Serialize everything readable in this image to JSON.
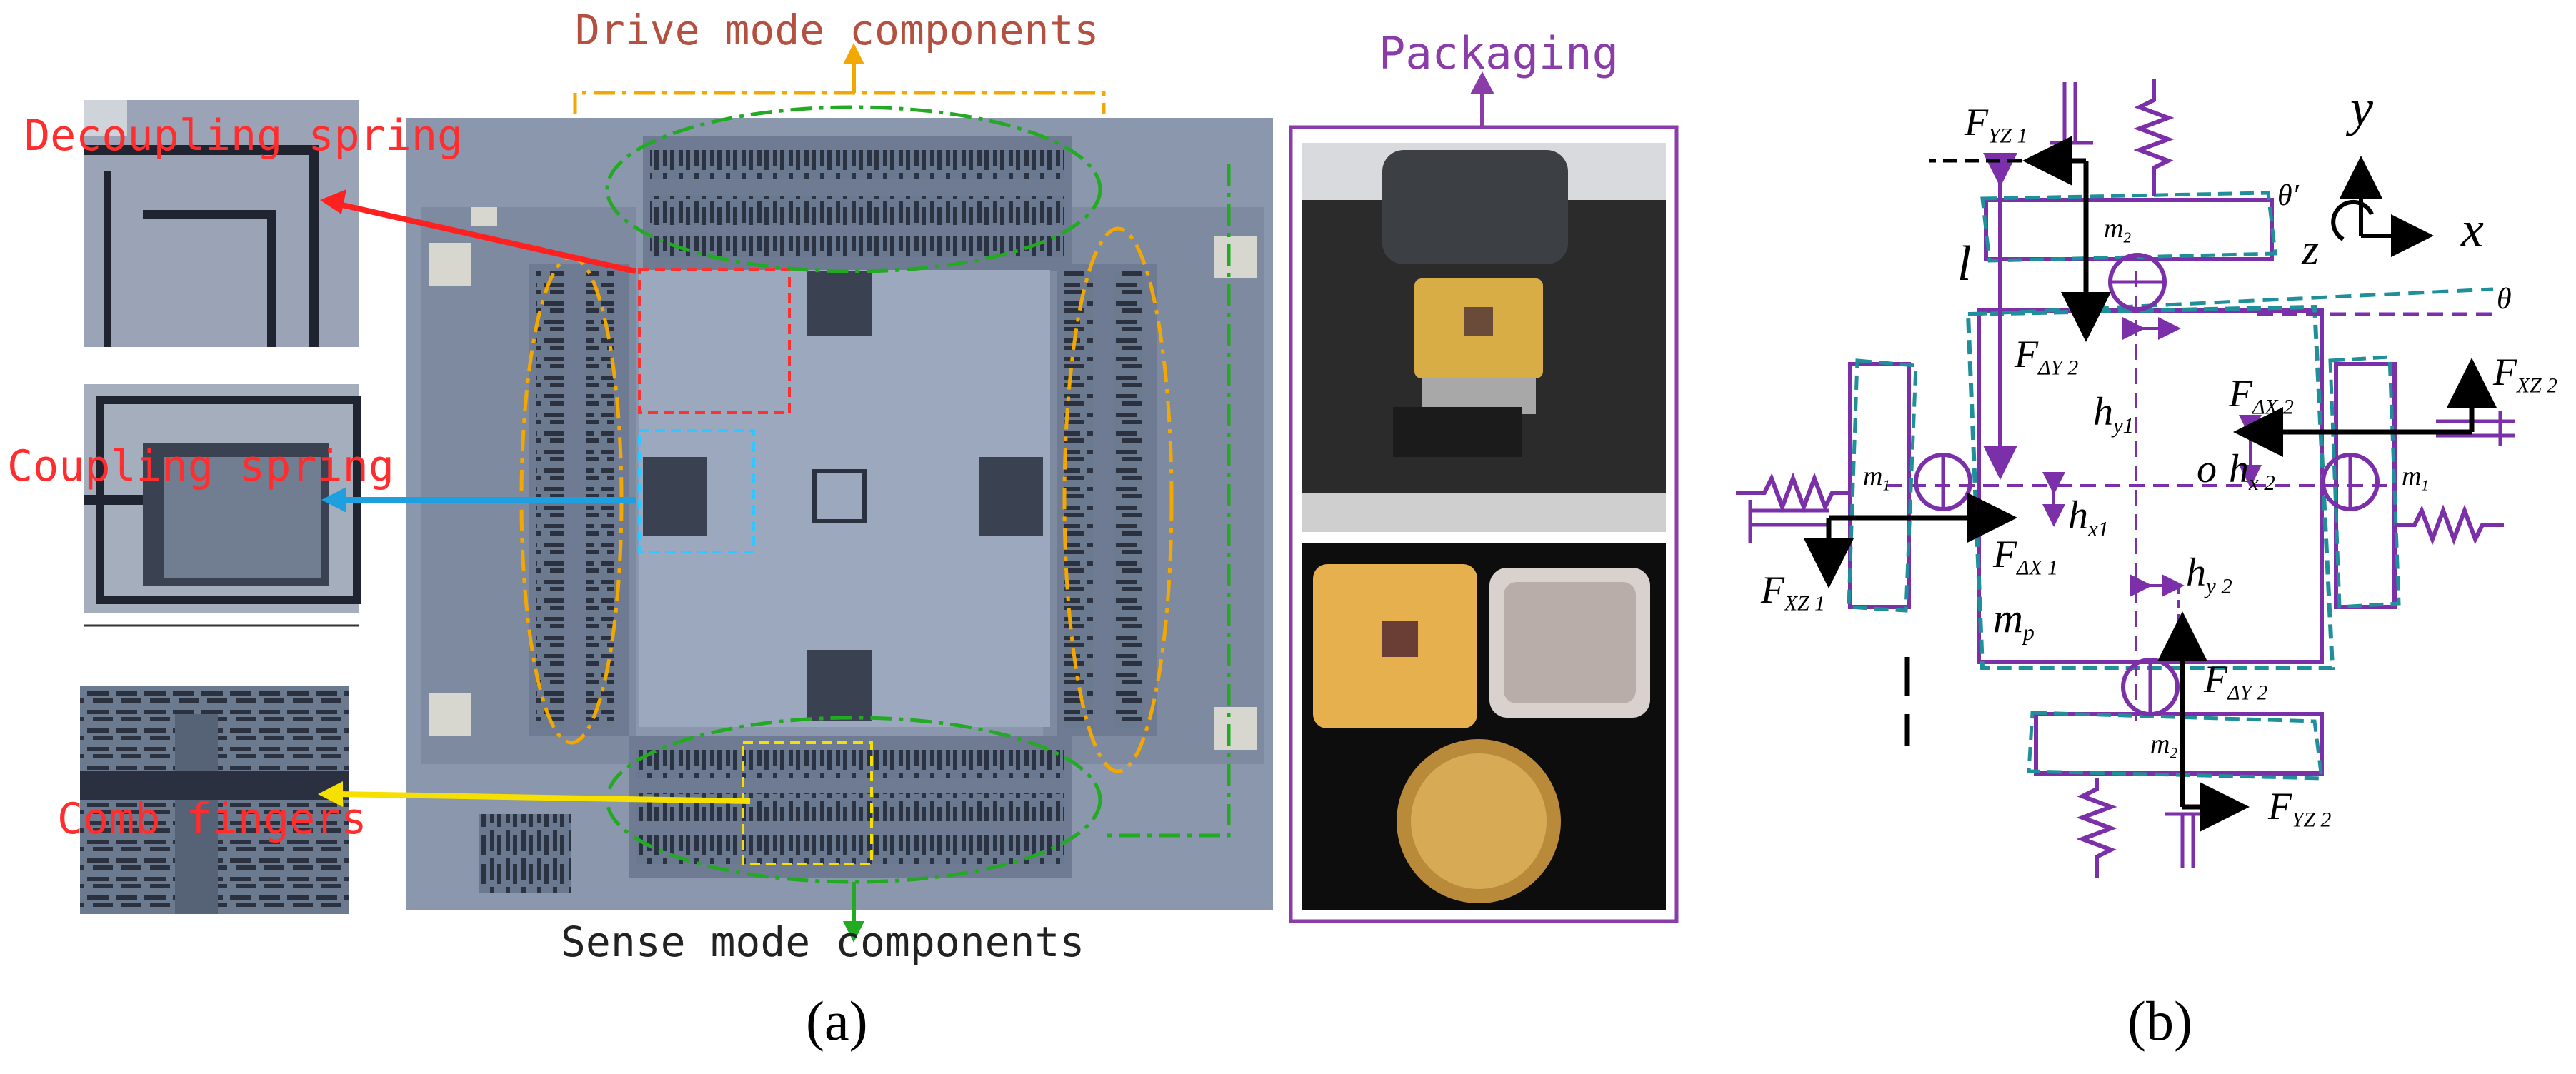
{
  "panel_a": {
    "caption": "(a)",
    "top_label": "Drive mode components",
    "bottom_label": "Sense mode components",
    "packaging_label": "Packaging",
    "callouts": [
      {
        "id": "decoupling",
        "label": "Decoupling spring"
      },
      {
        "id": "coupling",
        "label": "Coupling spring"
      },
      {
        "id": "comb",
        "label": "Comb fingers"
      }
    ],
    "colors": {
      "drive": "#f2a800",
      "sense_outline": "#22aa22",
      "decoupling_arrow": "#ff2020",
      "coupling_arrow": "#1ea0e0",
      "comb_arrow": "#f5e000",
      "packaging_frame": "#8a3ca8"
    }
  },
  "panel_b": {
    "caption": "(b)",
    "axis": {
      "x": "x",
      "y": "y",
      "z": "z"
    },
    "theta": "θ",
    "theta_prime": "θ′",
    "length": "l",
    "origin": "o",
    "masses": {
      "m1_left": "m",
      "m1_left_sub": "1",
      "m1_right": "m",
      "m1_right_sub": "1",
      "m2_top": "m",
      "m2_top_sub": "2",
      "m2_bottom": "m",
      "m2_bottom_sub": "2",
      "mp": "m",
      "mp_sub": "p"
    },
    "forces": {
      "FYZ1": {
        "main": "F",
        "sub": "YZ 1"
      },
      "FYZ2": {
        "main": "F",
        "sub": "YZ 2"
      },
      "FXZ1": {
        "main": "F",
        "sub": "XZ 1"
      },
      "FXZ2": {
        "main": "F",
        "sub": "XZ 2"
      },
      "FdY2_top": {
        "main": "F",
        "sub": "ΔY 2"
      },
      "FdY2_bot": {
        "main": "F",
        "sub": "ΔY 2"
      },
      "FdX1": {
        "main": "F",
        "sub": "ΔX 1"
      },
      "FdX2": {
        "main": "F",
        "sub": "ΔX 2"
      }
    },
    "offsets": {
      "hy1": {
        "main": "h",
        "sub": "y1"
      },
      "hy2": {
        "main": "h",
        "sub": "y 2"
      },
      "hx1": {
        "main": "h",
        "sub": "x1"
      },
      "hx2": {
        "main": "h",
        "sub": "x 2"
      }
    },
    "colors": {
      "structure": "#7b2fa8",
      "deformed": "#1f8f9a",
      "force": "#000000"
    }
  }
}
